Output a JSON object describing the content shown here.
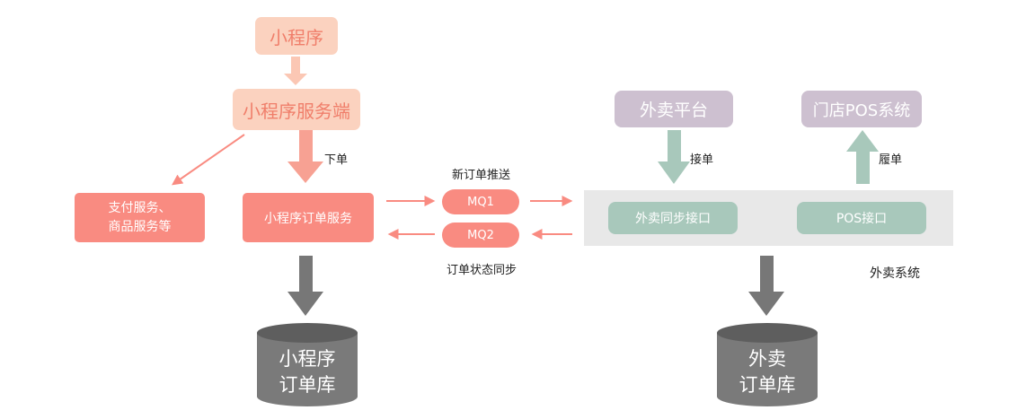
{
  "nodes": {
    "miniprogram": "小程序",
    "miniprogram_server": "小程序服务端",
    "payment_service": "支付服务、\n商品服务等",
    "order_service": "小程序订单服务",
    "mq1": "MQ1",
    "mq2": "MQ2",
    "takeaway_platform": "外卖平台",
    "store_pos": "门店POS系统",
    "takeaway_sync": "外卖同步接口",
    "pos_interface": "POS接口",
    "mini_db": "小程序\n订单库",
    "takeaway_db": "外卖\n订单库"
  },
  "labels": {
    "place_order": "下单",
    "new_order_push": "新订单推送",
    "order_status_sync": "订单状态同步",
    "accept_order": "接单",
    "fulfill_order": "履单",
    "takeaway_system": "外卖系统"
  },
  "colors": {
    "peach": "#fbd2bf",
    "coral": "#f98b81",
    "lavender": "#cdc0d0",
    "teal": "#a8c8bb",
    "db_gray": "#7a7a7a",
    "panel_gray": "#e8e8e8"
  }
}
